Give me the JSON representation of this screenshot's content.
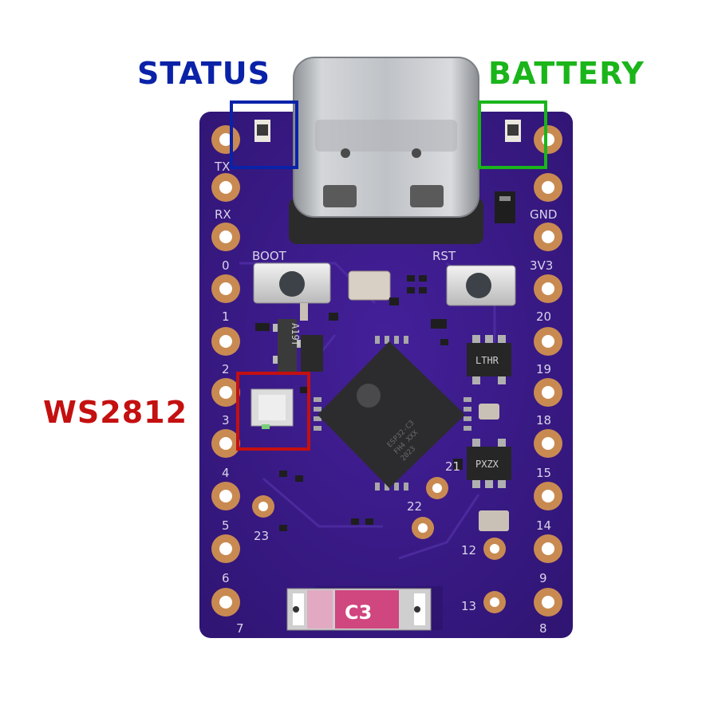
{
  "callouts": {
    "status": {
      "label": "STATUS",
      "color": "#0a22a8"
    },
    "battery": {
      "label": "BATTERY",
      "color": "#1ab51a"
    },
    "ws2812": {
      "label": "WS2812",
      "color": "#c41010"
    }
  },
  "silkscreen": {
    "buttons": {
      "boot": "BOOT",
      "rst": "RST"
    },
    "left_pins": [
      "TX",
      "RX",
      "0",
      "1",
      "2",
      "3",
      "4",
      "5",
      "6",
      "7"
    ],
    "right_pins": [
      "GND",
      "3V3",
      "20",
      "19",
      "18",
      "15",
      "14",
      "9",
      "8"
    ],
    "inner_labels": [
      "23",
      "22",
      "21",
      "12",
      "13"
    ],
    "component_marks": {
      "regulator": "LTHR",
      "mosfet": "PXZX",
      "chip_marking": "A19T"
    },
    "antenna_label": "C3"
  },
  "colors": {
    "pcb": "#3b1a86",
    "pcb_dark": "#2a1266",
    "silk": "#d9d3ea",
    "pad_gold": "#c98a52",
    "usb_metal": "#c7c9cc",
    "antenna_pink": "#d0467f"
  }
}
